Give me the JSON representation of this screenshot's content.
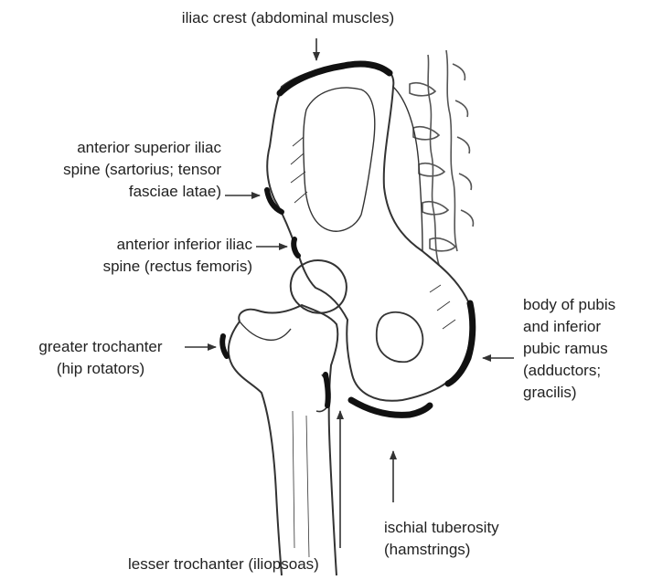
{
  "labels": {
    "iliac_crest": [
      "iliac crest (abdominal muscles)"
    ],
    "asis": [
      "anterior superior iliac",
      "spine (sartorius; tensor",
      "fasciae latae)"
    ],
    "aiis": [
      "anterior inferior iliac",
      "spine (rectus femoris)"
    ],
    "greater_trochanter": [
      "greater trochanter",
      "(hip rotators)"
    ],
    "body_of_pubis": [
      "body of pubis",
      "and inferior",
      "pubic ramus",
      "(adductors;",
      "gracilis)"
    ],
    "ischial_tuberosity": [
      "ischial tuberosity",
      "(hamstrings)"
    ],
    "lesser_trochanter": [
      "lesser trochanter (iliopsoas)"
    ]
  },
  "colors": {
    "text": "#222222",
    "bone_outline": "#333333",
    "attachment_marker": "#111111",
    "arrow": "#333333"
  }
}
